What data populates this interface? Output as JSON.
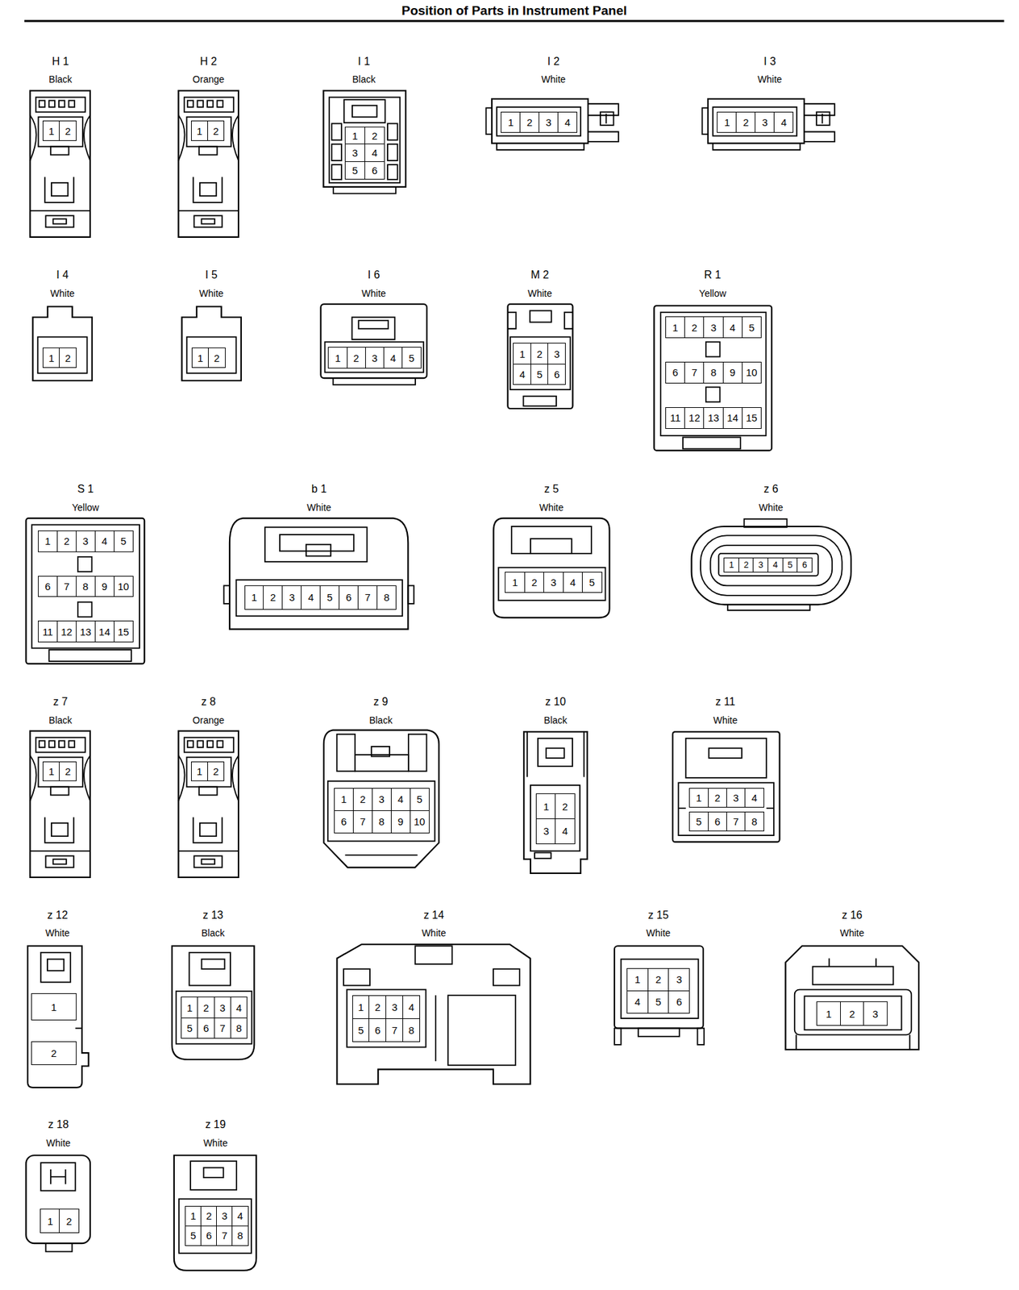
{
  "diagram": {
    "title": "Position of Parts in Instrument Panel",
    "nodes": [
      {
        "text": [
          "H 1",
          "Black"
        ]
      },
      {
        "text": [
          "1"
        ],
        "in": 0
      },
      {
        "text": [
          "2"
        ],
        "in": 0
      },
      {
        "text": [
          "H 2",
          "Orange"
        ]
      },
      {
        "text": [
          "1"
        ],
        "in": 3
      },
      {
        "text": [
          "2"
        ],
        "in": 3
      },
      {
        "text": [
          "I 1",
          "Black"
        ]
      },
      {
        "text": [
          "1"
        ],
        "in": 6
      },
      {
        "text": [
          "2"
        ],
        "in": 6
      },
      {
        "text": [
          "3"
        ],
        "in": 6
      },
      {
        "text": [
          "4"
        ],
        "in": 6
      },
      {
        "text": [
          "5"
        ],
        "in": 6
      },
      {
        "text": [
          "6"
        ],
        "in": 6
      },
      {
        "text": [
          "I 2",
          "White"
        ]
      },
      {
        "text": [
          "1"
        ],
        "in": 13
      },
      {
        "text": [
          "2"
        ],
        "in": 13
      },
      {
        "text": [
          "3"
        ],
        "in": 13
      },
      {
        "text": [
          "4"
        ],
        "in": 13
      },
      {
        "text": [
          "I 3",
          "White"
        ]
      },
      {
        "text": [
          "1"
        ],
        "in": 18
      },
      {
        "text": [
          "2"
        ],
        "in": 18
      },
      {
        "text": [
          "3"
        ],
        "in": 18
      },
      {
        "text": [
          "4"
        ],
        "in": 18
      },
      {
        "text": [
          "I 4",
          "White"
        ]
      },
      {
        "text": [
          "1"
        ],
        "in": 23
      },
      {
        "text": [
          "2"
        ],
        "in": 23
      },
      {
        "text": [
          "I 5",
          "White"
        ]
      },
      {
        "text": [
          "1"
        ],
        "in": 26
      },
      {
        "text": [
          "2"
        ],
        "in": 26
      },
      {
        "text": [
          "I 6",
          "White"
        ]
      },
      {
        "text": [
          "1"
        ],
        "in": 29
      },
      {
        "text": [
          "2"
        ],
        "in": 29
      },
      {
        "text": [
          "3"
        ],
        "in": 29
      },
      {
        "text": [
          "4"
        ],
        "in": 29
      },
      {
        "text": [
          "5"
        ],
        "in": 29
      },
      {
        "text": [
          "M 2",
          "White"
        ]
      },
      {
        "text": [
          "1"
        ],
        "in": 35
      },
      {
        "text": [
          "2"
        ],
        "in": 35
      },
      {
        "text": [
          "3"
        ],
        "in": 35
      },
      {
        "text": [
          "4"
        ],
        "in": 35
      },
      {
        "text": [
          "5"
        ],
        "in": 35
      },
      {
        "text": [
          "6"
        ],
        "in": 35
      },
      {
        "text": [
          "R 1",
          "Yellow"
        ]
      },
      {
        "text": [
          "1"
        ],
        "in": 42
      },
      {
        "text": [
          "2"
        ],
        "in": 42
      },
      {
        "text": [
          "3"
        ],
        "in": 42
      },
      {
        "text": [
          "4"
        ],
        "in": 42
      },
      {
        "text": [
          "5"
        ],
        "in": 42
      },
      {
        "text": [
          "6"
        ],
        "in": 42
      },
      {
        "text": [
          "7"
        ],
        "in": 42
      },
      {
        "text": [
          "8"
        ],
        "in": 42
      },
      {
        "text": [
          "9"
        ],
        "in": 42
      },
      {
        "text": [
          "10"
        ],
        "in": 42
      },
      {
        "text": [
          "11"
        ],
        "in": 42
      },
      {
        "text": [
          "12"
        ],
        "in": 42
      },
      {
        "text": [
          "13"
        ],
        "in": 42
      },
      {
        "text": [
          "14"
        ],
        "in": 42
      },
      {
        "text": [
          "15"
        ],
        "in": 42
      },
      {
        "text": [
          "S 1",
          "Yellow"
        ]
      },
      {
        "text": [
          "1"
        ],
        "in": 58
      },
      {
        "text": [
          "2"
        ],
        "in": 58
      },
      {
        "text": [
          "3"
        ],
        "in": 58
      },
      {
        "text": [
          "4"
        ],
        "in": 58
      },
      {
        "text": [
          "5"
        ],
        "in": 58
      },
      {
        "text": [
          "6"
        ],
        "in": 58
      },
      {
        "text": [
          "7"
        ],
        "in": 58
      },
      {
        "text": [
          "8"
        ],
        "in": 58
      },
      {
        "text": [
          "9"
        ],
        "in": 58
      },
      {
        "text": [
          "10"
        ],
        "in": 58
      },
      {
        "text": [
          "11"
        ],
        "in": 58
      },
      {
        "text": [
          "12"
        ],
        "in": 58
      },
      {
        "text": [
          "13"
        ],
        "in": 58
      },
      {
        "text": [
          "14"
        ],
        "in": 58
      },
      {
        "text": [
          "15"
        ],
        "in": 58
      },
      {
        "text": [
          "b 1",
          "White"
        ]
      },
      {
        "text": [
          "1"
        ],
        "in": 74
      },
      {
        "text": [
          "2"
        ],
        "in": 74
      },
      {
        "text": [
          "3"
        ],
        "in": 74
      },
      {
        "text": [
          "4"
        ],
        "in": 74
      },
      {
        "text": [
          "5"
        ],
        "in": 74
      },
      {
        "text": [
          "6"
        ],
        "in": 74
      },
      {
        "text": [
          "7"
        ],
        "in": 74
      },
      {
        "text": [
          "8"
        ],
        "in": 74
      },
      {
        "text": [
          "z 5",
          "White"
        ]
      },
      {
        "text": [
          "1"
        ],
        "in": 83
      },
      {
        "text": [
          "2"
        ],
        "in": 83
      },
      {
        "text": [
          "3"
        ],
        "in": 83
      },
      {
        "text": [
          "4"
        ],
        "in": 83
      },
      {
        "text": [
          "5"
        ],
        "in": 83
      },
      {
        "text": [
          "z 6",
          "White"
        ]
      },
      {
        "text": [
          "1"
        ],
        "in": 89
      },
      {
        "text": [
          "2"
        ],
        "in": 89
      },
      {
        "text": [
          "3"
        ],
        "in": 89
      },
      {
        "text": [
          "4"
        ],
        "in": 89
      },
      {
        "text": [
          "5"
        ],
        "in": 89
      },
      {
        "text": [
          "6"
        ],
        "in": 89
      },
      {
        "text": [
          "z 7",
          "Black"
        ]
      },
      {
        "text": [
          "1"
        ],
        "in": 96
      },
      {
        "text": [
          "2"
        ],
        "in": 96
      },
      {
        "text": [
          "z 8",
          "Orange"
        ]
      },
      {
        "text": [
          "1"
        ],
        "in": 99
      },
      {
        "text": [
          "2"
        ],
        "in": 99
      },
      {
        "text": [
          "z 9",
          "Black"
        ]
      },
      {
        "text": [
          "1"
        ],
        "in": 102
      },
      {
        "text": [
          "2"
        ],
        "in": 102
      },
      {
        "text": [
          "3"
        ],
        "in": 102
      },
      {
        "text": [
          "4"
        ],
        "in": 102
      },
      {
        "text": [
          "5"
        ],
        "in": 102
      },
      {
        "text": [
          "6"
        ],
        "in": 102
      },
      {
        "text": [
          "7"
        ],
        "in": 102
      },
      {
        "text": [
          "8"
        ],
        "in": 102
      },
      {
        "text": [
          "9"
        ],
        "in": 102
      },
      {
        "text": [
          "10"
        ],
        "in": 102
      },
      {
        "text": [
          "z 10",
          "Black"
        ]
      },
      {
        "text": [
          "1"
        ],
        "in": 113
      },
      {
        "text": [
          "2"
        ],
        "in": 113
      },
      {
        "text": [
          "3"
        ],
        "in": 113
      },
      {
        "text": [
          "4"
        ],
        "in": 113
      },
      {
        "text": [
          "z 11",
          "White"
        ]
      },
      {
        "text": [
          "1"
        ],
        "in": 118
      },
      {
        "text": [
          "2"
        ],
        "in": 118
      },
      {
        "text": [
          "3"
        ],
        "in": 118
      },
      {
        "text": [
          "4"
        ],
        "in": 118
      },
      {
        "text": [
          "5"
        ],
        "in": 118
      },
      {
        "text": [
          "6"
        ],
        "in": 118
      },
      {
        "text": [
          "7"
        ],
        "in": 118
      },
      {
        "text": [
          "8"
        ],
        "in": 118
      },
      {
        "text": [
          "z 12",
          "White"
        ]
      },
      {
        "text": [
          "1"
        ],
        "in": 127
      },
      {
        "text": [
          "2"
        ],
        "in": 127
      },
      {
        "text": [
          "z 13",
          "Black"
        ]
      },
      {
        "text": [
          "1"
        ],
        "in": 130
      },
      {
        "text": [
          "2"
        ],
        "in": 130
      },
      {
        "text": [
          "3"
        ],
        "in": 130
      },
      {
        "text": [
          "4"
        ],
        "in": 130
      },
      {
        "text": [
          "5"
        ],
        "in": 130
      },
      {
        "text": [
          "6"
        ],
        "in": 130
      },
      {
        "text": [
          "7"
        ],
        "in": 130
      },
      {
        "text": [
          "8"
        ],
        "in": 130
      },
      {
        "text": [
          "z 14",
          "White"
        ]
      },
      {
        "text": [
          "1"
        ],
        "in": 139
      },
      {
        "text": [
          "2"
        ],
        "in": 139
      },
      {
        "text": [
          "3"
        ],
        "in": 139
      },
      {
        "text": [
          "4"
        ],
        "in": 139
      },
      {
        "text": [
          "5"
        ],
        "in": 139
      },
      {
        "text": [
          "6"
        ],
        "in": 139
      },
      {
        "text": [
          "7"
        ],
        "in": 139
      },
      {
        "text": [
          "8"
        ],
        "in": 139
      },
      {
        "text": [
          "z 15",
          "White"
        ]
      },
      {
        "text": [
          "1"
        ],
        "in": 148
      },
      {
        "text": [
          "2"
        ],
        "in": 148
      },
      {
        "text": [
          "3"
        ],
        "in": 148
      },
      {
        "text": [
          "4"
        ],
        "in": 148
      },
      {
        "text": [
          "5"
        ],
        "in": 148
      },
      {
        "text": [
          "6"
        ],
        "in": 148
      },
      {
        "text": [
          "z 16",
          "White"
        ]
      },
      {
        "text": [
          "1"
        ],
        "in": 155
      },
      {
        "text": [
          "2"
        ],
        "in": 155
      },
      {
        "text": [
          "3"
        ],
        "in": 155
      },
      {
        "text": [
          "z 18",
          "White"
        ]
      },
      {
        "text": [
          "1"
        ],
        "in": 159
      },
      {
        "text": [
          "2"
        ],
        "in": 159
      },
      {
        "text": [
          "z 19",
          "White"
        ]
      },
      {
        "text": [
          "1"
        ],
        "in": 162
      },
      {
        "text": [
          "2"
        ],
        "in": 162
      },
      {
        "text": [
          "3"
        ],
        "in": 162
      },
      {
        "text": [
          "4"
        ],
        "in": 162
      },
      {
        "text": [
          "5"
        ],
        "in": 162
      },
      {
        "text": [
          "6"
        ],
        "in": 162
      },
      {
        "text": [
          "7"
        ],
        "in": 162
      },
      {
        "text": [
          "8"
        ],
        "in": 162
      }
    ]
  }
}
